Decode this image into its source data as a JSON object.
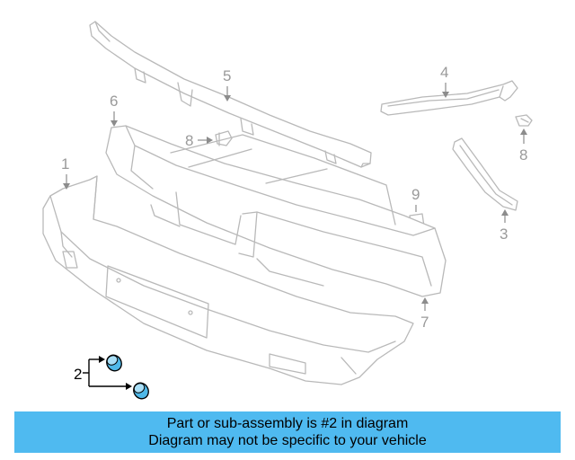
{
  "diagram": {
    "callouts": {
      "c1": "1",
      "c2": "2",
      "c3": "3",
      "c4": "4",
      "c5": "5",
      "c6": "6",
      "c7": "7",
      "c8a": "8",
      "c8b": "8",
      "c9": "9"
    },
    "highlight_color": "#4fb8e8",
    "highlighted_part": "2"
  },
  "banner": {
    "line1": "Part or sub-assembly is #2 in diagram",
    "line2": "Diagram may not be specific to your vehicle",
    "color": "#4fbaf0"
  }
}
